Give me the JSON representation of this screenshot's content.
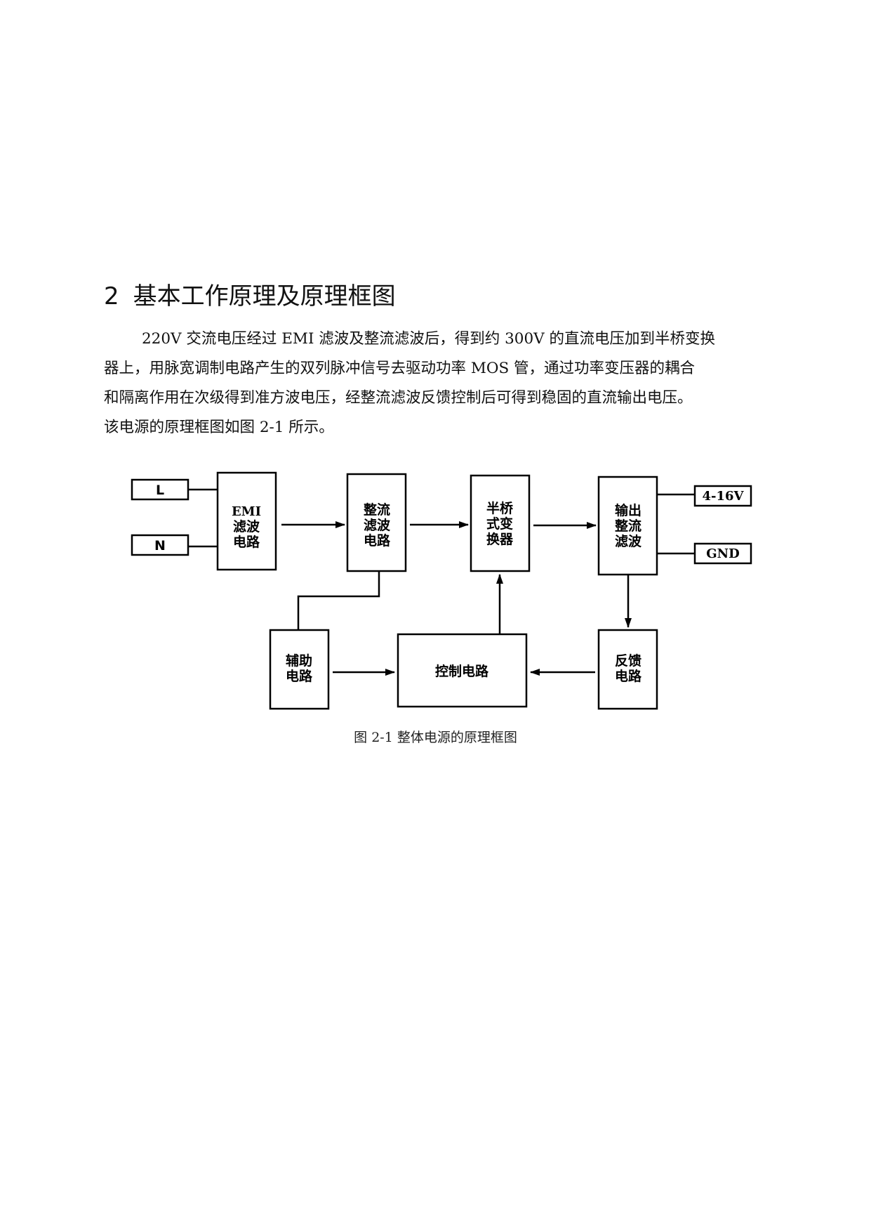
{
  "section": {
    "number": "2",
    "title": "基本工作原理及原理框图"
  },
  "paragraph": {
    "lines": [
      "220V 交流电压经过 EMI 滤波及整流滤波后，得到约 300V 的直流电压加到半桥变换",
      "器上，用脉宽调制电路产生的双列脉冲信号去驱动功率 MOS 管，通过功率变压器的耦合",
      "和隔离作用在次级得到准方波电压，经整流滤波反馈控制后可得到稳固的直流输出电压。",
      "该电源的原理框图如图 2-1 所示。"
    ]
  },
  "diagram": {
    "inputs": {
      "l": "L",
      "n": "N"
    },
    "outputs": {
      "v": "4-16V",
      "gnd": "GND"
    },
    "emi": [
      "EMI",
      "滤波",
      "电路"
    ],
    "rectifier": [
      "整流",
      "滤波",
      "电路"
    ],
    "half_bridge": [
      "半桥",
      "式变",
      "换器"
    ],
    "output_rect": [
      "输出",
      "整流",
      "滤波"
    ],
    "aux": [
      "辅助",
      "电路"
    ],
    "control": "控制电路",
    "feedback": [
      "反馈",
      "电路"
    ]
  },
  "caption": "图 2-1 整体电源的原理框图"
}
